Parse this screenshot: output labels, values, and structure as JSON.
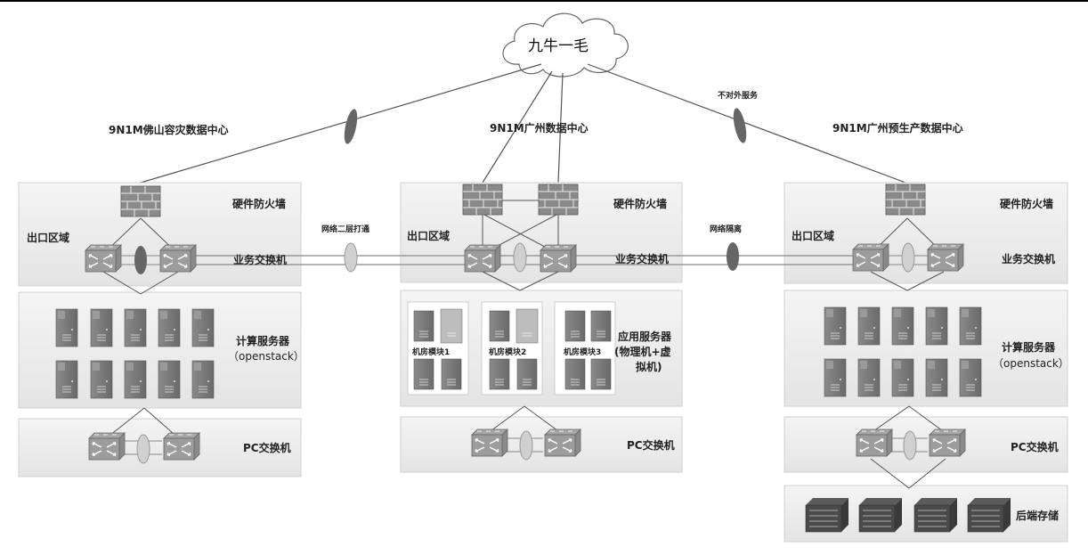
{
  "cloud": {
    "label": "九牛一毛"
  },
  "annotations": {
    "no_external_service": "不对外服务",
    "layer2_link": "网络二层打通",
    "network_isolation": "网络隔离"
  },
  "centers": [
    {
      "title": "9N1M佛山容灾数据中心",
      "firewall": "硬件防火墙",
      "exit_zone": "出口区域",
      "business_switch": "业务交换机",
      "servers": "计算服务器",
      "servers_sub": "（openstack）",
      "pc_switch": "PC交换机"
    },
    {
      "title": "9N1M广州数据中心",
      "firewall": "硬件防火墙",
      "exit_zone": "出口区域",
      "business_switch": "业务交换机",
      "servers": "应用服务器",
      "servers_sub": "(物理机+虚",
      "servers_sub2": "拟机)",
      "pc_switch": "PC交换机",
      "modules": [
        "机房模块1",
        "机房模块2",
        "机房模块3"
      ]
    },
    {
      "title": "9N1M广州预生产数据中心",
      "firewall": "硬件防火墙",
      "exit_zone": "出口区域",
      "business_switch": "业务交换机",
      "servers": "计算服务器",
      "servers_sub": "（openstack）",
      "pc_switch": "PC交换机",
      "storage": "后端存储"
    }
  ]
}
